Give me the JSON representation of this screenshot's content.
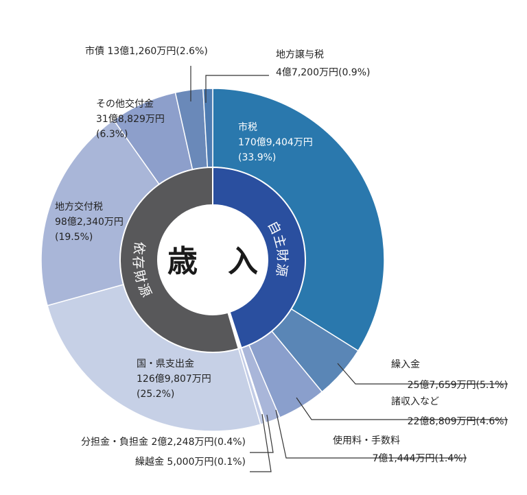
{
  "chart_data": {
    "type": "pie",
    "center_label": "歳　入",
    "inner_ring": [
      {
        "label": "自主財源",
        "color": "#2a4f9f",
        "members": [
          "市税",
          "繰入金",
          "諸収入など",
          "使用料・手数料"
        ]
      },
      {
        "label": "依存財源",
        "color": "#58585a",
        "members": [
          "国・県支出金",
          "分担金・負担金",
          "繰越金",
          "地方交付税",
          "その他交付金",
          "市債",
          "地方譲与税"
        ]
      }
    ],
    "slices": [
      {
        "name": "市税",
        "amount": "170億9,404万円",
        "percent": 33.9,
        "pct_text": "(33.9%)",
        "color": "#2a78ad"
      },
      {
        "name": "繰入金",
        "amount": "25億7,659万円",
        "percent": 5.1,
        "pct_text": "(5.1%)",
        "color": "#5a86b6"
      },
      {
        "name": "諸収入など",
        "amount": "22億8,809万円",
        "percent": 4.6,
        "pct_text": "(4.6%)",
        "color": "#8a9fcc"
      },
      {
        "name": "使用料・手数料",
        "amount": "7億1,444万円",
        "percent": 1.4,
        "pct_text": "(1.4%)",
        "color": "#a9b6d9"
      },
      {
        "name": "繰越金",
        "amount": "5,000万円",
        "percent": 0.1,
        "pct_text": "(0.1%)",
        "color": "#b6c2e0"
      },
      {
        "name": "分担金・負担金",
        "amount": "2億2,248万円",
        "percent": 0.4,
        "pct_text": "(0.4%)",
        "color": "#c2cce6"
      },
      {
        "name": "国・県支出金",
        "amount": "126億9,807万円",
        "percent": 25.2,
        "pct_text": "(25.2%)",
        "color": "#c6d0e6"
      },
      {
        "name": "地方交付税",
        "amount": "98億2,340万円",
        "percent": 19.5,
        "pct_text": "(19.5%)",
        "color": "#a9b6d8"
      },
      {
        "name": "その他交付金",
        "amount": "31億8,829万円",
        "percent": 6.3,
        "pct_text": "(6.3%)",
        "color": "#8d9fcb"
      },
      {
        "name": "市債",
        "amount": "13億1,260万円",
        "percent": 2.6,
        "pct_text": "(2.6%)",
        "color": "#6a89b9"
      },
      {
        "name": "地方譲与税",
        "amount": "4億7,200万円",
        "percent": 0.9,
        "pct_text": "(0.9%)",
        "color": "#4e7cb2"
      }
    ]
  }
}
